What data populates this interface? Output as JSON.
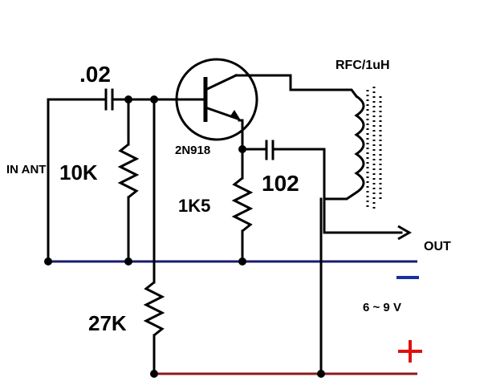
{
  "labels": {
    "cap_input": ".02",
    "rfc": "RFC/1uH",
    "transistor": "2N918",
    "in_ant": "IN ANT",
    "r_10k": "10K",
    "cap_102": "102",
    "r_1k5": "1K5",
    "out": "OUT",
    "voltage": "6 ~ 9 V",
    "r_27k": "27K"
  },
  "colors": {
    "negative_rail": "#1a1a6e",
    "positive_rail": "#8b1a1a",
    "minus_sign": "#1a2fa0",
    "plus_sign": "#e01010",
    "wire": "#000000"
  },
  "symbols": {
    "minus": "minus-icon",
    "plus": "plus-icon"
  }
}
